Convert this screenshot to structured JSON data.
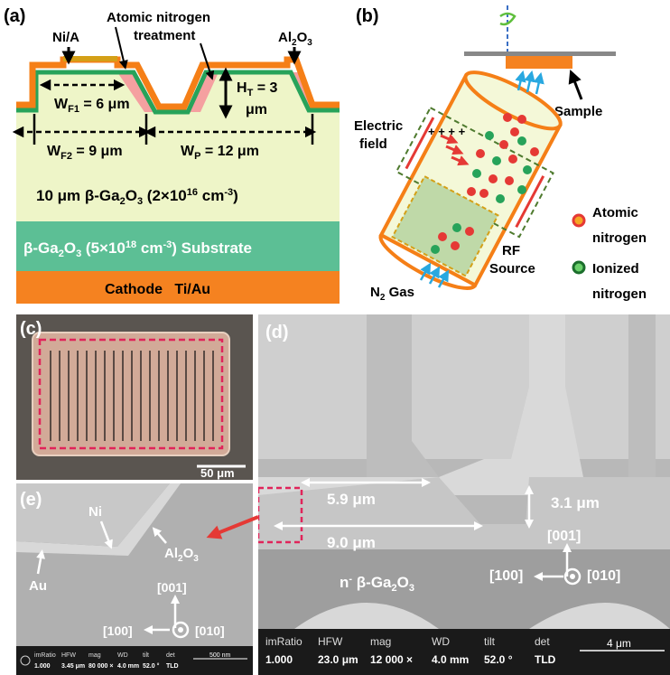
{
  "panel_a": {
    "letter": "(a)",
    "label_ni": "Ni/A",
    "label_treatment_1": "Atomic nitrogen",
    "label_treatment_2": "treatment",
    "label_al2o3": "Al",
    "label_al2o3_sub": "2",
    "label_al2o3_tail": "O",
    "label_al2o3_sub2": "3",
    "wf1": "W",
    "wf1_sub": "F1",
    "wf1_val": " = 6 μm",
    "ht": "H",
    "ht_sub": "T",
    "ht_val": " = 3",
    "ht_unit": "μm",
    "wf2": "W",
    "wf2_sub": "F2",
    "wf2_val": " = 9 μm",
    "wp": "W",
    "wp_sub": "P",
    "wp_val": " = 12 μm",
    "drift_a": "10 μm β-Ga",
    "drift_b": "2",
    "drift_c": "O",
    "drift_d": "3",
    "drift_e": " (2×10",
    "drift_f": "16",
    "drift_g": " cm",
    "drift_h": "-3",
    "drift_i": ")",
    "sub_a": "β-Ga",
    "sub_b": "2",
    "sub_c": "O",
    "sub_d": "3",
    "sub_e": " (5×10",
    "sub_f": "18",
    "sub_g": " cm",
    "sub_h": "-3",
    "sub_i": ") Substrate",
    "cathode": "Cathode   Ti/Au"
  },
  "panel_b": {
    "letter": "(b)",
    "sample": "Sample",
    "electric_1": "Electric",
    "electric_2": "field",
    "rf_1": "RF",
    "rf_2": "Source",
    "n2": "N",
    "n2_sub": "2",
    "n2_tail": " Gas",
    "atomic_1": "Atomic",
    "atomic_2": "nitrogen",
    "ionized_1": "Ionized",
    "ionized_2": "nitrogen"
  },
  "panel_c": {
    "letter": "(c)",
    "scale": "50 μm"
  },
  "panel_d": {
    "letter": "(d)",
    "dim_top": "5.9 μm",
    "dim_bottom": "9.0 μm",
    "dim_height": "3.1 μm",
    "axis_up": "[001]",
    "axis_left": "[100]",
    "axis_out": "[010]",
    "material_a": "n",
    "material_sup": "-",
    "material_b": " β-Ga",
    "material_c": "2",
    "material_d": "O",
    "material_e": "3",
    "info_headers": [
      "imRatio",
      "HFW",
      "mag",
      "WD",
      "tilt",
      "det"
    ],
    "info_values": [
      "1.000",
      "23.0 μm",
      "12 000 ×",
      "4.0 mm",
      "52.0 °",
      "TLD"
    ],
    "scale": "4 μm"
  },
  "panel_e": {
    "letter": "(e)",
    "ni": "Ni",
    "au": "Au",
    "al_a": "Al",
    "al_b": "2",
    "al_c": "O",
    "al_d": "3",
    "axis_up": "[001]",
    "axis_left": "[100]",
    "axis_out": "[010]",
    "info_headers": [
      "imRatio",
      "HFW",
      "mag",
      "WD",
      "tilt",
      "det"
    ],
    "info_values": [
      "1.000",
      "3.45 μm",
      "80 000 ×",
      "4.0 mm",
      "52.0 °",
      "TLD"
    ],
    "scale": "500 nm"
  },
  "colors": {
    "orange": "#f57f17",
    "green_layer": "#27a35a",
    "drift": "#eef5c8",
    "substrate": "#5cbf95",
    "cathode": "#f58220",
    "red_arrow": "#e53935"
  }
}
